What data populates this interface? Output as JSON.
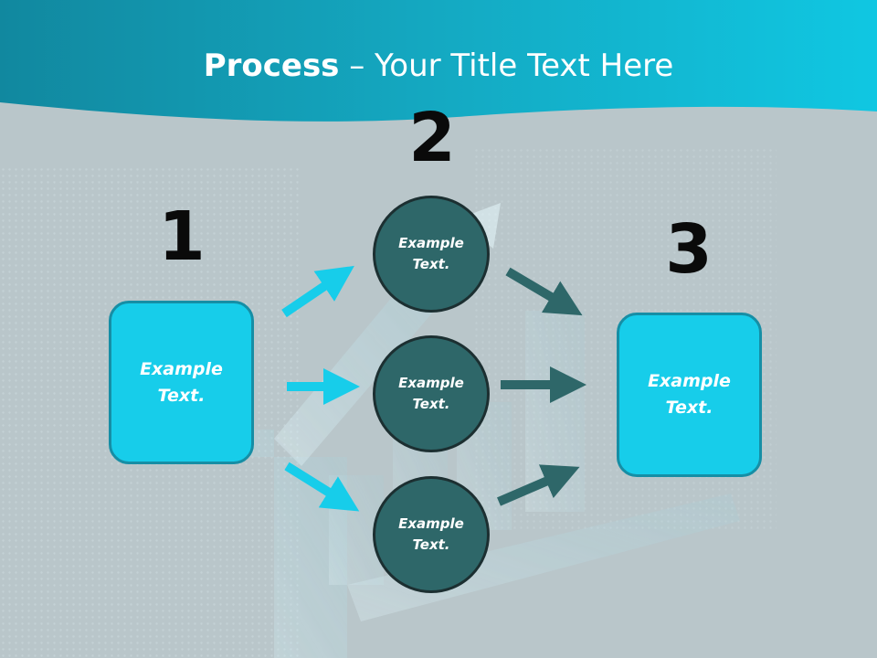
{
  "title": {
    "bold": "Process",
    "rest": " – Your Title Text Here"
  },
  "steps": [
    {
      "number": "1",
      "text": "Example\nText."
    },
    {
      "number": "2",
      "items": [
        "Example\nText.",
        "Example\nText.",
        "Example\nText."
      ]
    },
    {
      "number": "3",
      "text": "Example\nText."
    }
  ],
  "colors": {
    "header": "#149fb8",
    "box_fill": "#17cdea",
    "circle_fill": "#2e6769",
    "arrow_in": "#17cdea",
    "arrow_out": "#2e6769",
    "background": "#b9c6ca"
  }
}
